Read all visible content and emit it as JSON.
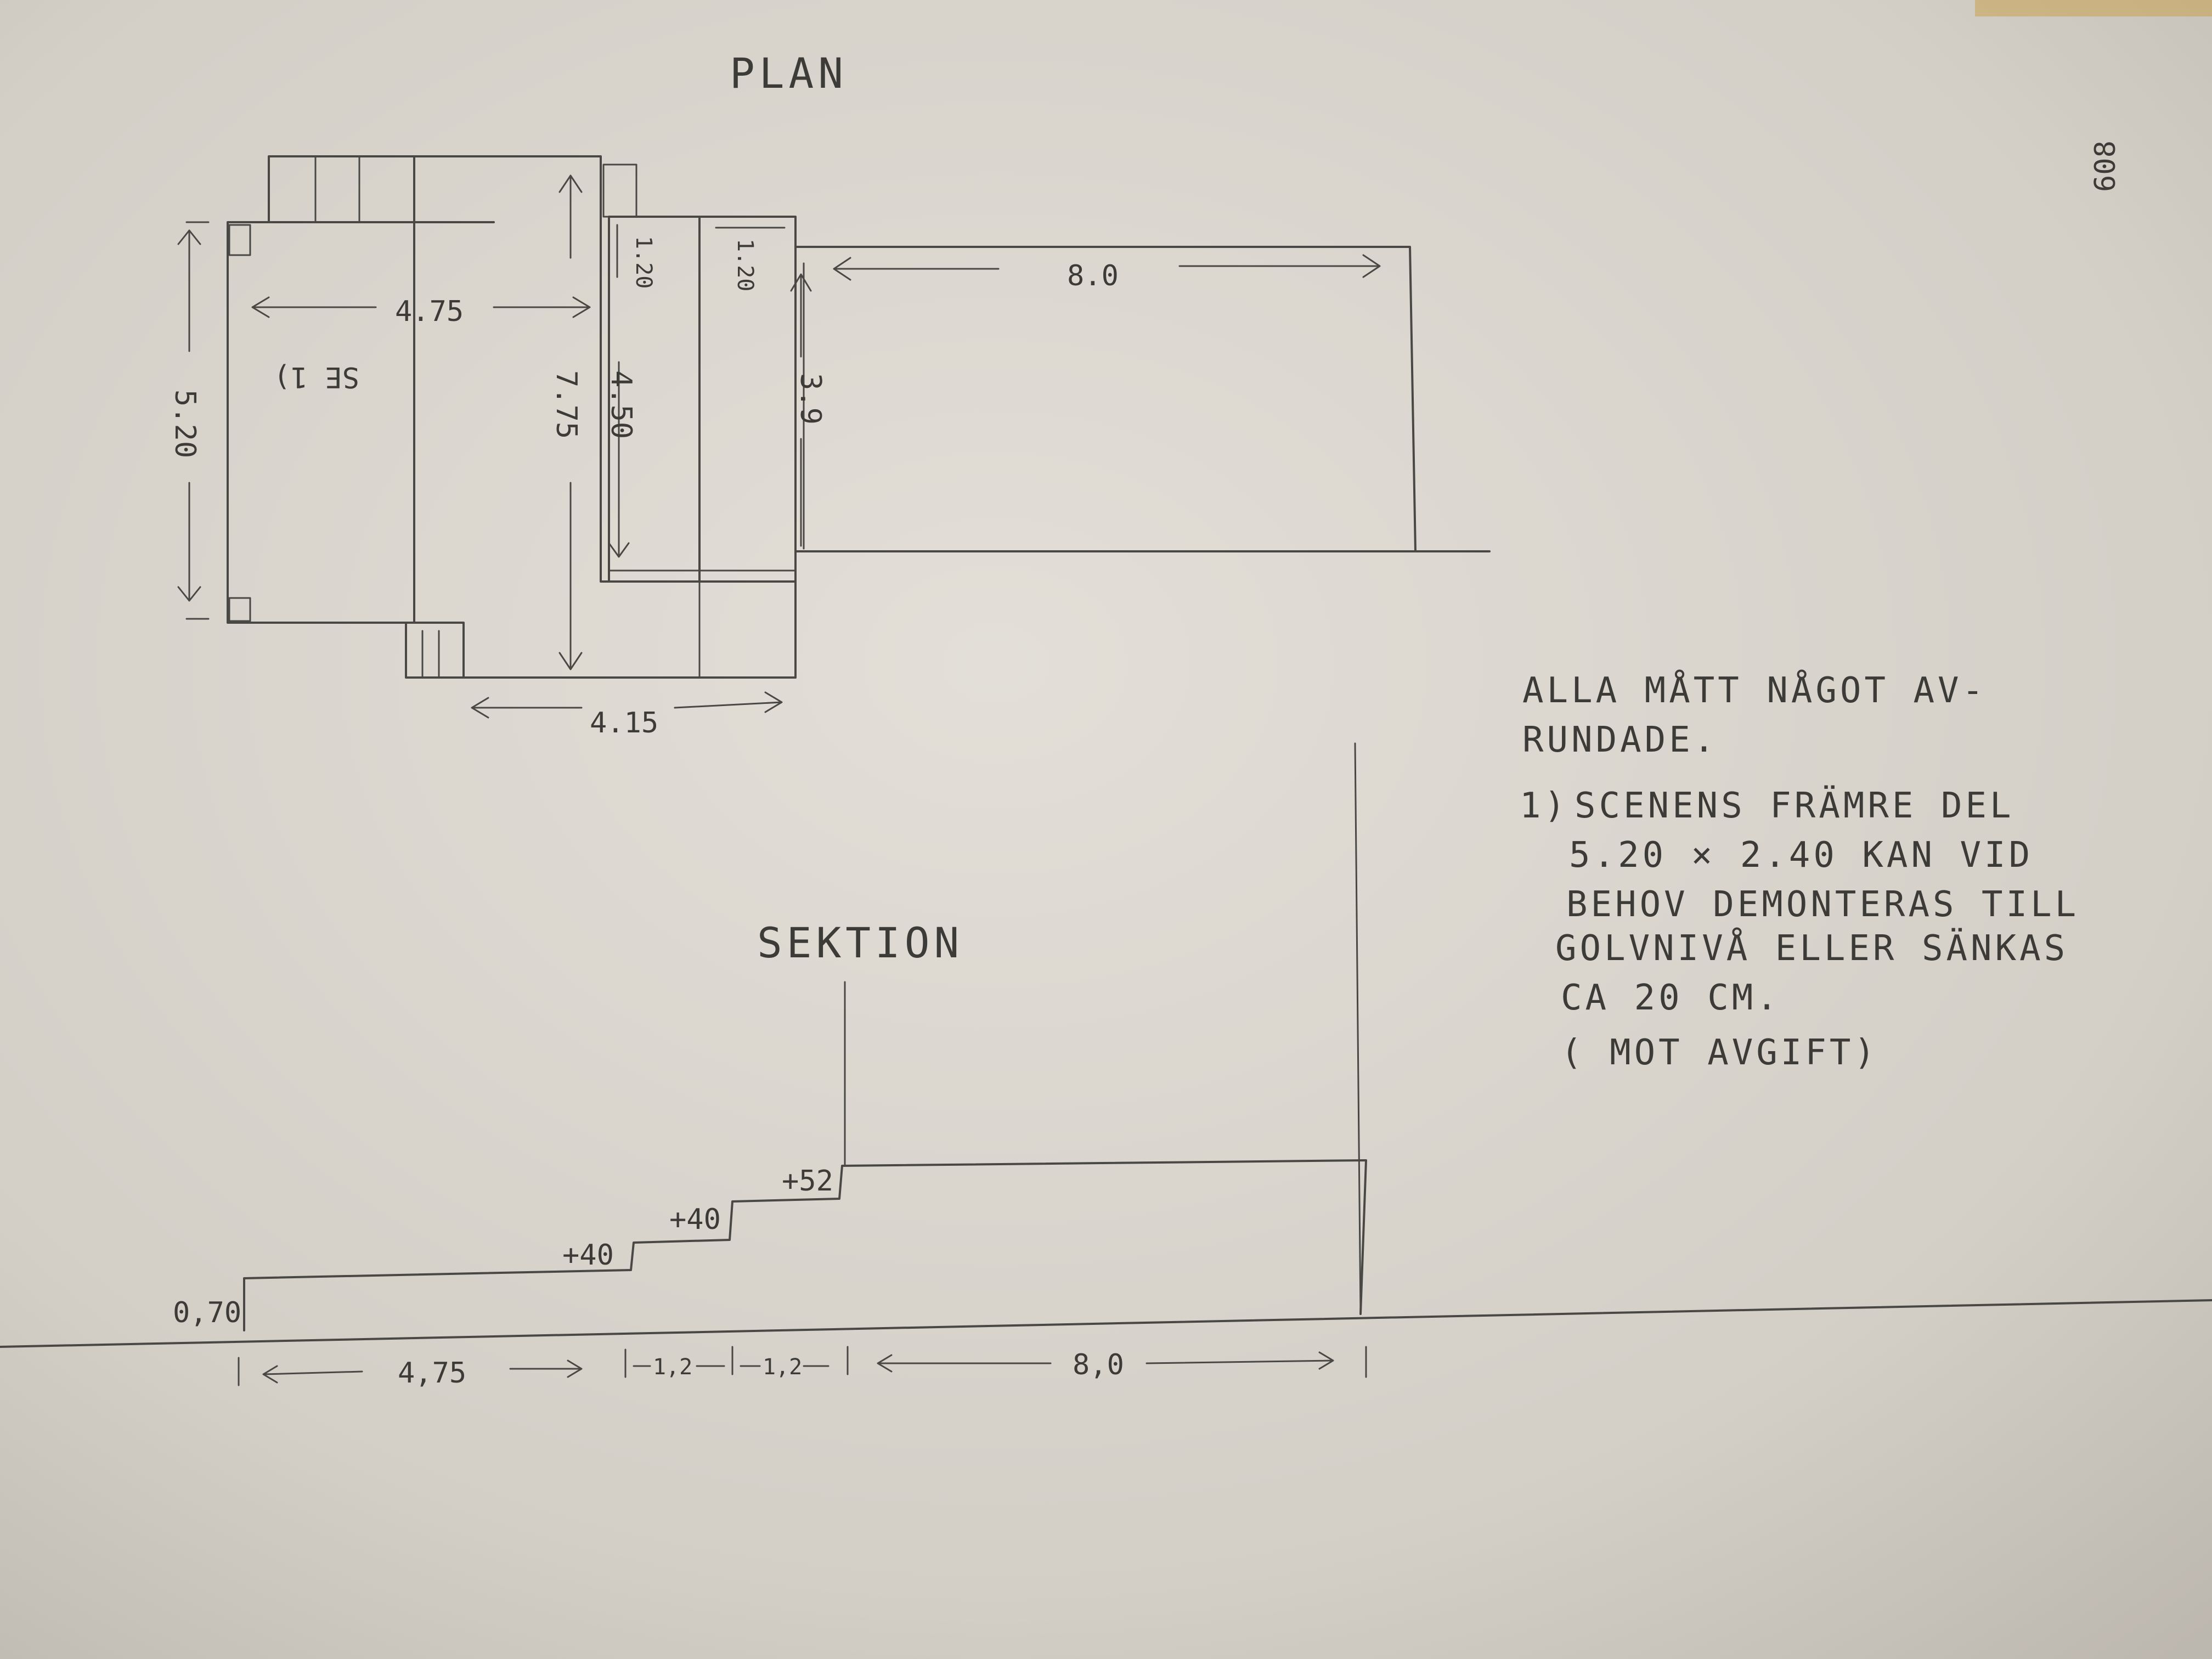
{
  "plan": {
    "title": "PLAN",
    "dims": {
      "left_height": "5.20",
      "left_width": "4.75",
      "middle_height": "7.75",
      "narrow_a_top": "1.20",
      "narrow_b_top": "1.20",
      "narrow_a_height": "4.50",
      "right_width": "8.0",
      "right_height": "3.9",
      "bottom_width": "4.15"
    },
    "area_label": "SE 1)"
  },
  "section": {
    "title": "SEKTION",
    "levels": {
      "floor": "0,70",
      "step1": "+40",
      "step2": "+40",
      "stage": "+52"
    },
    "dims": {
      "d1": "4,75",
      "d2": "1,2",
      "d3": "1,2",
      "d4": "8,0"
    }
  },
  "notes": {
    "line1": "ALLA MÅTT NÅGOT AV-",
    "line2": "RUNDADE.",
    "fn_marker": "1)",
    "fn_line1": "SCENENS FRÄMRE DEL",
    "fn_line2": "5.20 × 2.40 KAN VID",
    "fn_line3": "BEHOV DEMONTERAS TILL",
    "fn_line4": "GOLVNIVÅ ELLER SÄNKAS",
    "fn_line5": "CA 20 CM.",
    "fn_line6": "( MOT AVGIFT)"
  },
  "page_number": "608",
  "colors": {
    "paper": "#d2cdc4",
    "pencil": "#4a4845"
  }
}
